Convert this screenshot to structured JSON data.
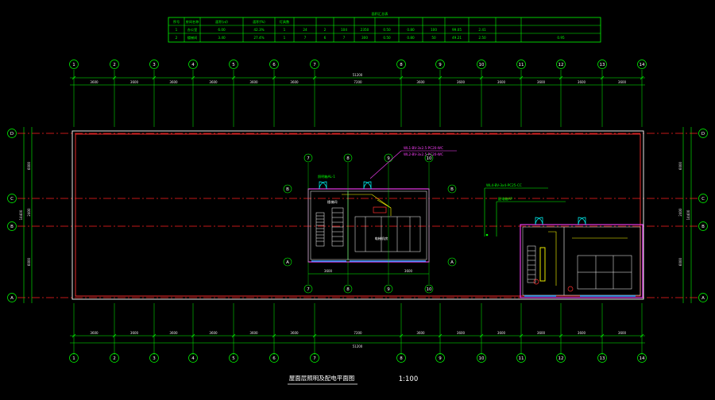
{
  "colors": {
    "background": "#000000",
    "green": "#00ff00",
    "cyan": "#00ffff",
    "red": "#ff2020",
    "magenta": "#ff40ff",
    "yellow": "#ffff00",
    "white": "#ffffff",
    "blue": "#3050ff"
  },
  "schedule": {
    "title": "面积汇总表",
    "headers": [
      "序号",
      "房间名称",
      "面积(㎡)",
      "面积(%)",
      "灯具数",
      "",
      "",
      "",
      "",
      "",
      "",
      "",
      "",
      ""
    ],
    "rows": [
      [
        "1",
        "办公室",
        "6.00",
        "42.3%",
        "1",
        "24",
        "2",
        "104",
        "2350",
        "0.50",
        "0.80",
        "100",
        "99.05",
        "2.41"
      ],
      [
        "2",
        "楼梯间",
        "3.40",
        "27.4%",
        "1",
        "7",
        "6",
        "7",
        "300",
        "0.50",
        "0.80",
        "50",
        "49.21",
        "2.50"
      ]
    ],
    "extra": [
      "",
      "0.95"
    ]
  },
  "axes": {
    "columns": [
      "1",
      "2",
      "3",
      "4",
      "5",
      "6",
      "7",
      "8",
      "9",
      "10",
      "11",
      "12",
      "13",
      "14"
    ],
    "rows": [
      "D",
      "C",
      "B",
      "A"
    ],
    "col_dims": [
      "3600",
      "3600",
      "3600",
      "3600",
      "3600",
      "3600",
      "7200",
      "3600",
      "3600",
      "3600",
      "3600",
      "3600",
      "3600"
    ],
    "total_length": "51200",
    "row_dims_left": [
      "6000",
      "2400",
      "6000"
    ],
    "total_width": "14400",
    "mid_dims": [
      "3600",
      "3600"
    ]
  },
  "annotations": {
    "room1": "楼梯间",
    "room2": "电梯机房",
    "note1": "WL1-BV-3x2.5-PC20-WC",
    "note2": "WL2-BV-3x2.5-PC20-WC",
    "note3": "照明箱AL-1",
    "note4": "WL4-BV-3x4-PC25-CC",
    "note5": "配电箱AP"
  },
  "drawing": {
    "title": "屋面层照明及配电平面图",
    "scale": "1:100"
  }
}
